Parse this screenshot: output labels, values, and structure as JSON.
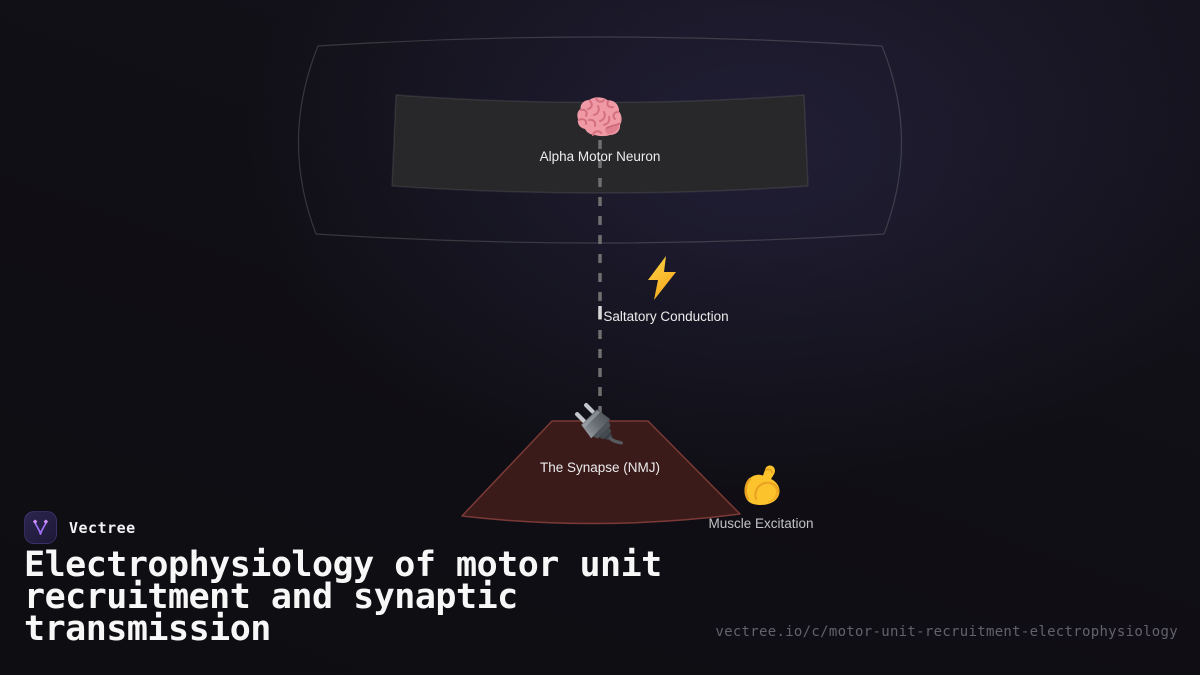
{
  "brand": {
    "name": "Vectree",
    "logo_icon": "vectree-branch-icon"
  },
  "title": "Electrophysiology of motor unit recruitment and synaptic transmission",
  "footer": {
    "url": "vectree.io/c/motor-unit-recruitment-electrophysiology"
  },
  "diagram": {
    "nodes": [
      {
        "id": "alpha-motor-neuron",
        "label": "Alpha Motor Neuron",
        "icon": "brain-icon"
      },
      {
        "id": "saltatory-conduction",
        "label": "Saltatory Conduction",
        "icon": "lightning-icon"
      },
      {
        "id": "synapse-nmj",
        "label": "The Synapse (NMJ)",
        "icon": "plug-icon"
      },
      {
        "id": "muscle-excitation",
        "label": "Muscle Excitation",
        "icon": "biceps-icon"
      }
    ],
    "connector": "dashed-vertical-line"
  },
  "colors": {
    "background": "#100f15",
    "background_glow": "#2e2a4e",
    "band_fill": "#28282a",
    "capsule_outline": "#8a8a82",
    "synapse_fill": "#3a1b1a",
    "synapse_stroke": "#7b3a36",
    "bolt_gold": "#fcc32d",
    "brain_pink": "#f09aa6",
    "plug_gray": "#6b7177",
    "biceps_yellow": "#fcc32c",
    "logo_purple": "#9d6df2",
    "title_text": "#f7f7f8",
    "label_text": "#ececec",
    "muted_label_text": "#c3c3c5",
    "url_text": "#62626c",
    "dash_gray": "#6f6f6f"
  }
}
